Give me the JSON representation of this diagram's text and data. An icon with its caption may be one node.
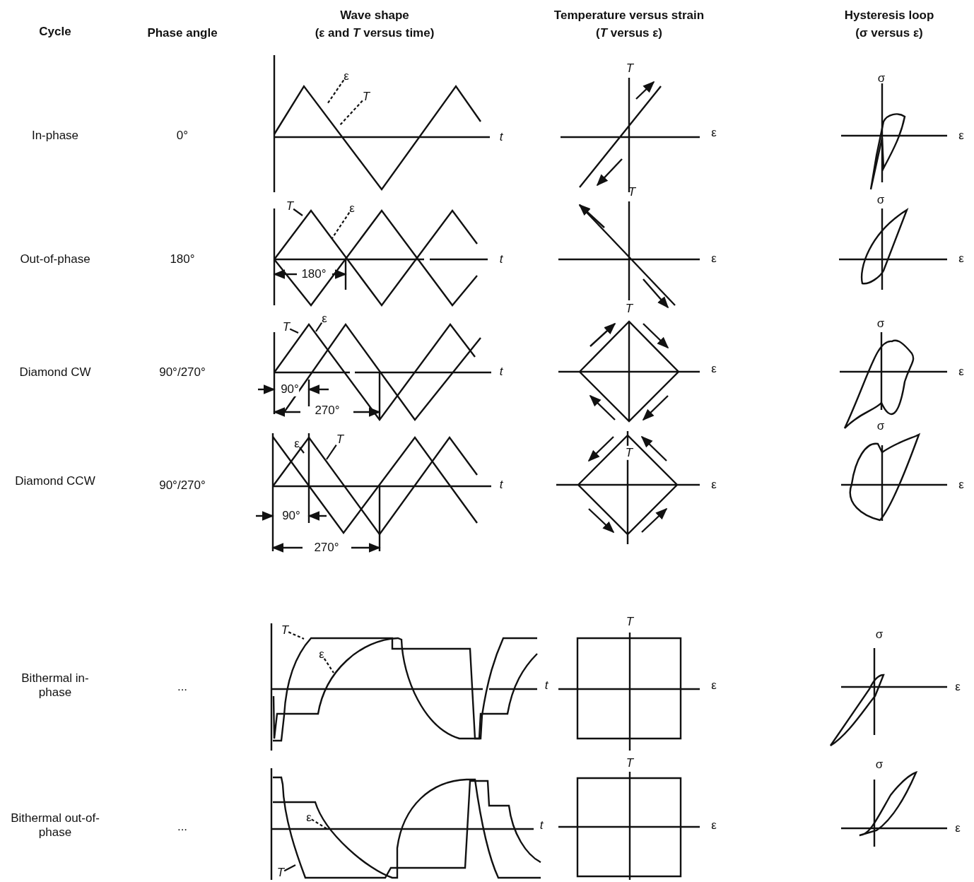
{
  "diagram": {
    "nodes": [
      {
        "text": [
          "ε"
        ]
      },
      {
        "text": [
          "T"
        ]
      },
      {
        "text": [
          "T"
        ]
      },
      {
        "text": [
          "ε"
        ]
      },
      {
        "text": [
          "T"
        ]
      },
      {
        "text": [
          "ε"
        ]
      },
      {
        "text": [
          "ε"
        ]
      },
      {
        "text": [
          "T"
        ]
      },
      {
        "text": [
          "T"
        ]
      },
      {
        "text": [
          "ε"
        ]
      },
      {
        "text": [
          "ε"
        ]
      },
      {
        "text": [
          "T"
        ]
      }
    ],
    "edges": [
      {
        "from": 0,
        "to": null,
        "arrow": "none",
        "style": "dashed"
      },
      {
        "from": 1,
        "to": null,
        "arrow": "none",
        "style": "dashed"
      },
      {
        "from": 2,
        "to": null,
        "arrow": "none"
      },
      {
        "from": 3,
        "to": null,
        "arrow": "none",
        "style": "dashed"
      },
      {
        "from": 4,
        "to": null,
        "arrow": "none"
      },
      {
        "from": 5,
        "to": null,
        "arrow": "none"
      },
      {
        "from": 6,
        "to": null,
        "arrow": "none"
      },
      {
        "from": 7,
        "to": null,
        "arrow": "none"
      },
      {
        "from": 8,
        "to": null,
        "arrow": "none",
        "style": "dashed"
      },
      {
        "from": 9,
        "to": null,
        "arrow": "none",
        "style": "dashed"
      },
      {
        "from": 10,
        "to": null,
        "arrow": "none",
        "style": "dashed"
      },
      {
        "from": 11,
        "to": null,
        "arrow": "none"
      }
    ],
    "labels": [
      "Cycle",
      "Phase angle",
      "Wave shape",
      "(ε and *T* versus time)",
      "Temperature versus strain",
      "(*T* versus ε)",
      "Hysteresis loop",
      "(σ versus ε)",
      "In-phase",
      "0°",
      "t",
      "T",
      "ε",
      "σ",
      "ε",
      "Out-of-phase",
      "180°",
      "180°",
      "t",
      "T",
      "ε",
      "σ",
      "ε",
      "Diamond CW",
      "90°/270°",
      "90°",
      "270°",
      "t",
      "T",
      "ε",
      "σ",
      "ε",
      "Diamond CCW",
      "90°/270°",
      "90°",
      "270°",
      "t",
      "T",
      "ε",
      "σ",
      "ε",
      "Bithermal in-phase",
      "...",
      "t",
      "T",
      "ε",
      "σ",
      "ε",
      "Bithermal out-of-phase",
      "...",
      "t",
      "T",
      "ε",
      "σ",
      "ε"
    ]
  }
}
